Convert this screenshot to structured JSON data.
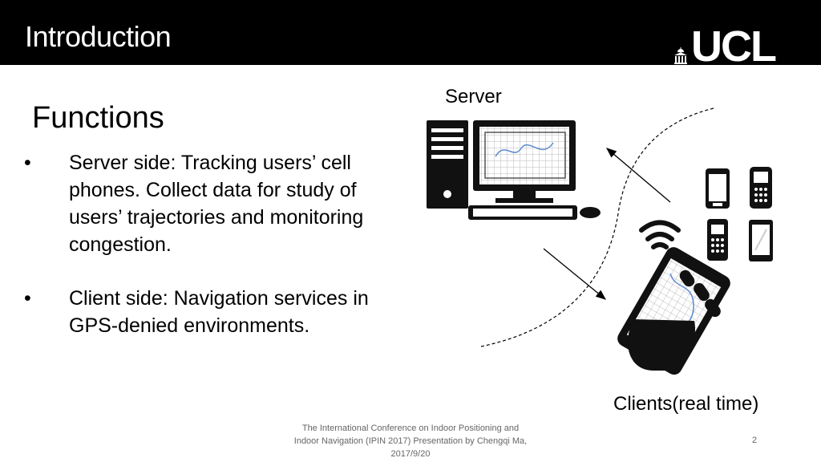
{
  "header": {
    "title": "Introduction",
    "logo_text": "UCL"
  },
  "slide": {
    "subtitle": "Functions",
    "bullets": [
      {
        "marker": "•",
        "text": "Server side: Tracking users’ cell phones. Collect data for study of users’ trajectories and monitoring congestion."
      },
      {
        "marker": "•",
        "text": "Client side: Navigation services in GPS-denied environments."
      }
    ]
  },
  "diagram": {
    "server_label": "Server",
    "clients_label": "Clients(real time)",
    "icons": [
      "desktop-computer-icon",
      "hand-holding-smartphone-icon",
      "wifi-signal-icon",
      "smartphone-icon",
      "mobile-phone-icon"
    ]
  },
  "footer": {
    "line1": "The International Conference on Indoor Positioning and",
    "line2": "Indoor Navigation (IPIN 2017) Presentation by Chengqi Ma,",
    "line3": "2017/9/20",
    "page": "2"
  }
}
